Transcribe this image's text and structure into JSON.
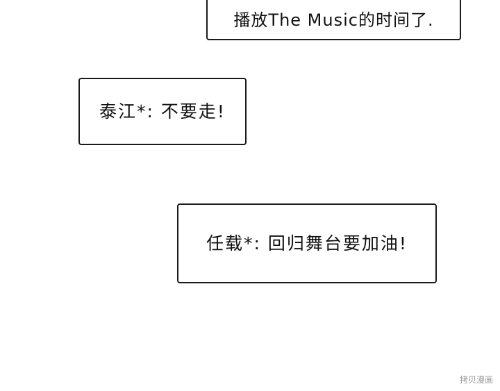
{
  "bubbles": [
    {
      "text": "播放The Music的时间了."
    },
    {
      "text": "泰江*: 不要走!"
    },
    {
      "text": "任载*: 回归舞台要加油!"
    }
  ],
  "watermark": "拷贝漫画"
}
